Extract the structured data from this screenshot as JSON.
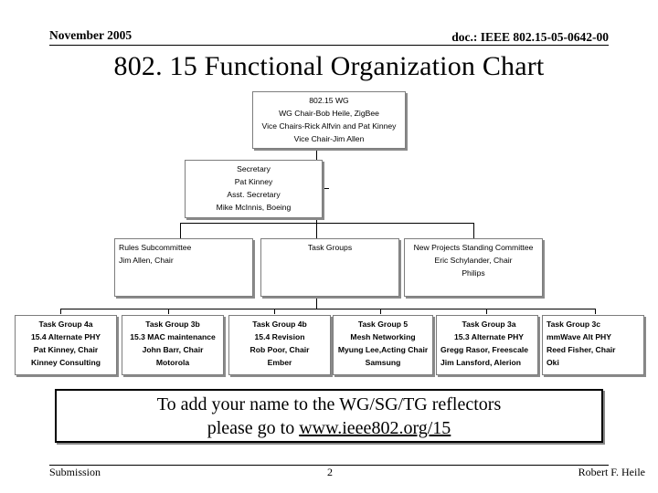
{
  "header": {
    "date": "November 2005",
    "doc_id": "doc.: IEEE 802.15-05-0642-00"
  },
  "title": "802. 15 Functional Organization Chart",
  "org": {
    "wg": [
      "802.15 WG",
      "WG Chair-Bob Heile, ZigBee",
      "Vice Chairs-Rick Alfvin and Pat Kinney",
      "Vice Chair-Jim Allen"
    ],
    "secretary": [
      "Secretary",
      "Pat Kinney",
      "Asst. Secretary",
      "Mike McInnis, Boeing"
    ],
    "rules": [
      "Rules Subcommittee",
      "Jim Allen, Chair"
    ],
    "task_groups": [
      "Task Groups"
    ],
    "new_projects": [
      "New Projects Standing Committee",
      "Eric Schylander, Chair",
      "Philips"
    ],
    "tg4a": [
      "Task Group 4a",
      "15.4 Alternate PHY",
      "Pat Kinney, Chair",
      "Kinney Consulting"
    ],
    "tg3b": [
      "Task Group 3b",
      "15.3 MAC maintenance",
      "John Barr, Chair",
      "Motorola"
    ],
    "tg4b": [
      "Task Group 4b",
      "15.4 Revision",
      "Rob Poor, Chair",
      "Ember"
    ],
    "tg5": [
      "Task Group 5",
      "Mesh Networking",
      "Myung Lee,Acting Chair",
      "Samsung"
    ],
    "tg3a": [
      "Task Group 3a",
      "15.3 Alternate PHY",
      "Gregg Rasor, Freescale",
      "Jim Lansford, Alerion"
    ],
    "tg3c": [
      "Task Group 3c",
      "mmWave Alt PHY",
      "Reed Fisher, Chair",
      "Oki"
    ]
  },
  "notice": {
    "line1": "To add your name to the WG/SG/TG reflectors",
    "prefix": "please go to ",
    "link": "www.ieee802.org/15"
  },
  "footer": {
    "left": "Submission",
    "page": "2",
    "author": "Robert F. Heile"
  }
}
